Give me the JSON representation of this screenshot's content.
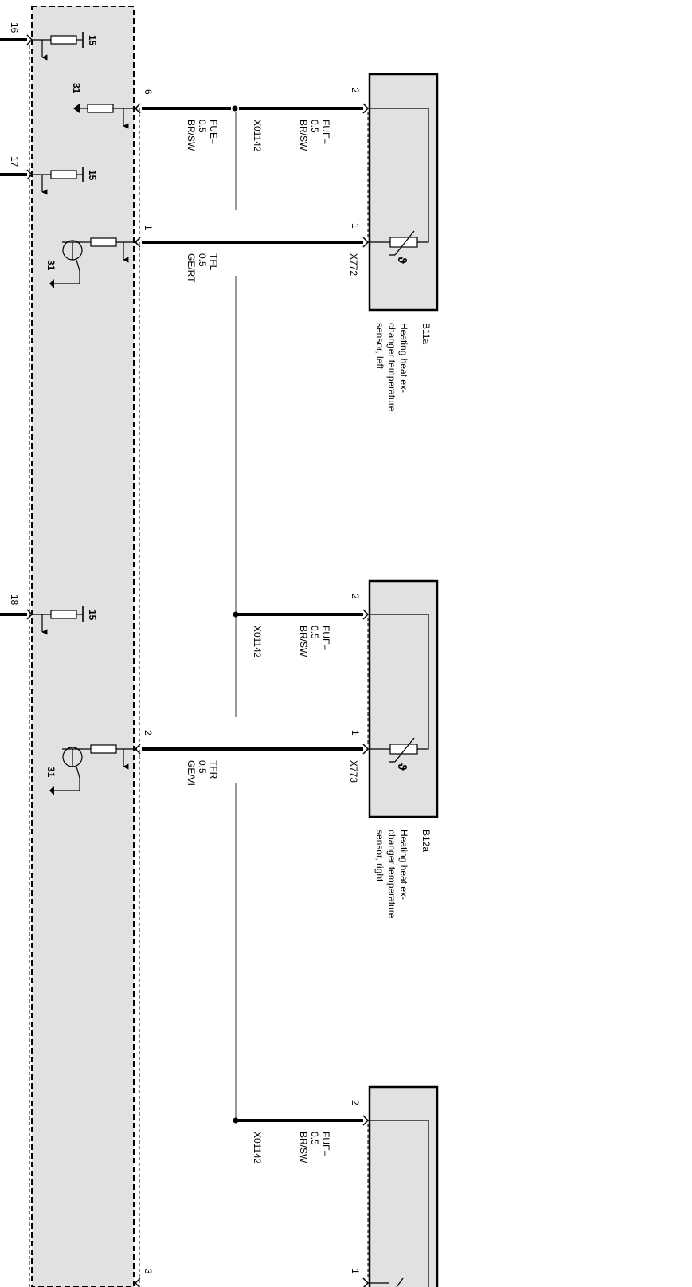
{
  "colors": {
    "module_fill": "#e1e1e1",
    "box_fill": "#e1e1e1",
    "wire": "#000000",
    "shield": "#999999",
    "background": "#ffffff"
  },
  "ecu": {
    "pins_left": {
      "p16": "16",
      "p17": "17",
      "p18": "18"
    },
    "pins_right": {
      "p6": "6",
      "p1": "1",
      "p2": "2",
      "p3": "3"
    },
    "supply_labels": {
      "s1": "15",
      "s2": "15",
      "s3": "15"
    },
    "ground_labels": {
      "g1": "31",
      "g2": "31",
      "g3": "31"
    }
  },
  "wires": {
    "w1": {
      "signal": "FUE–",
      "size": "0.5",
      "color": "BR/SW"
    },
    "w2": {
      "signal": "FUE–",
      "size": "0.5",
      "color": "BR/SW"
    },
    "w3": {
      "signal": "TFL",
      "size": "0.5",
      "color": "GE/RT"
    },
    "w4": {
      "signal": "FUE–",
      "size": "0.5",
      "color": "BR/SW"
    },
    "w5": {
      "signal": "TFR",
      "size": "0.5",
      "color": "GE/VI"
    },
    "w6": {
      "signal": "FUE–",
      "size": "0.5",
      "color": "BR/SW"
    }
  },
  "splices": {
    "sp1": "X01142",
    "sp2": "X01142",
    "sp3": "X01142"
  },
  "sensors": {
    "b11a": {
      "code": "B11a",
      "desc1": "Heating heat ex-",
      "desc2": "changer temperature",
      "desc3": "sensor, left",
      "connector": "X772",
      "pin_a": "2",
      "pin_b": "1",
      "symbol": "ϑ"
    },
    "b12a": {
      "code": "B12a",
      "desc1": "Heating heat ex-",
      "desc2": "changer temperature",
      "desc3": "sensor, right",
      "connector": "X773",
      "pin_a": "2",
      "pin_b": "1",
      "symbol": "ϑ"
    },
    "s3": {
      "pin_a": "2",
      "pin_b": "1"
    }
  }
}
